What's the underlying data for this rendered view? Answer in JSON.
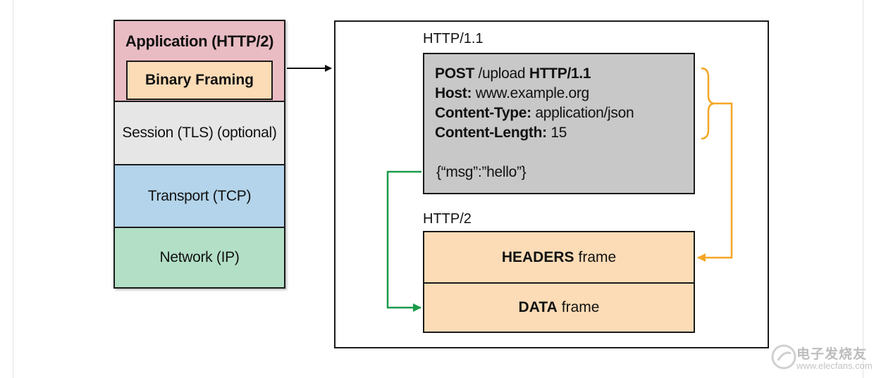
{
  "stack": {
    "application": "Application (HTTP/2)",
    "binary_framing": "Binary Framing",
    "session": "Session (TLS) (optional)",
    "transport": "Transport (TCP)",
    "network": "Network (IP)"
  },
  "http11": {
    "label": "HTTP/1.1",
    "lines": [
      {
        "key": "POST",
        "value": " /upload ",
        "key2": "HTTP/1.1"
      },
      {
        "key": "Host:",
        "value": " www.example.org"
      },
      {
        "key": "Content-Type:",
        "value": " application/json"
      },
      {
        "key": "Content-Length:",
        "value": " 15"
      }
    ],
    "body": "{“msg”:”hello”}"
  },
  "http2": {
    "label": "HTTP/2",
    "headers_bold": "HEADERS",
    "headers_rest": "frame",
    "data_bold": "DATA",
    "data_rest": "frame"
  },
  "colors": {
    "application": "#e9bcc3",
    "binary_framing": "#fcdcb6",
    "session": "#e6e6e6",
    "transport": "#b3d4ea",
    "network": "#b3dfc6",
    "request_box": "#c8c8c8",
    "frames": "#fcdcb6",
    "headers_arrow": "#f5a623",
    "data_arrow": "#1a9b4a"
  },
  "watermark": {
    "cn": "电子发烧友",
    "url": "www.elecfans.com"
  }
}
